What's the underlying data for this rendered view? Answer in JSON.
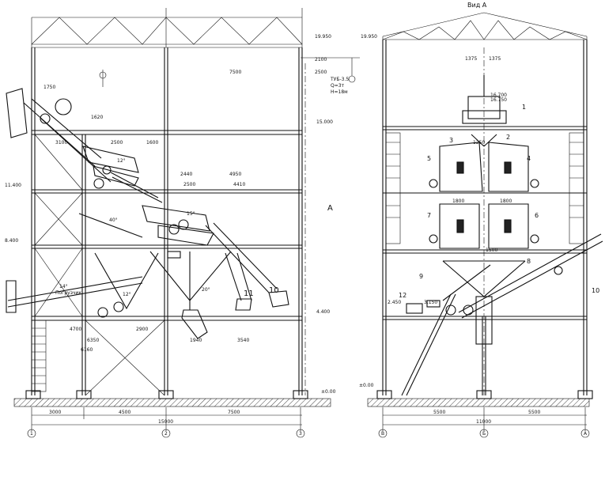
{
  "view_title": "Вид А",
  "section_mark": "А",
  "axis_labels": {
    "left": [
      "1",
      "2",
      "3"
    ],
    "right": [
      "В",
      "Б",
      "А"
    ]
  },
  "left_view": {
    "dims_bottom": [
      "3000",
      "4500",
      "7500"
    ],
    "dims_total": "15000",
    "dims_top": [
      "2100",
      "2500",
      "7500"
    ],
    "dims_interior": [
      "3100",
      "2500",
      "1600",
      "2440",
      "4950",
      "2500",
      "4410",
      "4700",
      "6350",
      "6160",
      "2900",
      "3540",
      "1940",
      "1620",
      "1750"
    ],
    "level_marks": [
      "19.950",
      "15.000",
      "11.400",
      "8.400",
      "4.400",
      "±0.00"
    ],
    "equipment_numbers": [
      "10",
      "11"
    ],
    "notes": [
      "ТУБ-3.5",
      "Q=3т",
      "Н=18м",
      "Погрузчик",
      "12°",
      "15°",
      "40°",
      "14°",
      "20°",
      "12°"
    ]
  },
  "right_view": {
    "dims_bottom": [
      "5500",
      "5500"
    ],
    "dims_total": "11000",
    "dims_top": [
      "1375",
      "1375"
    ],
    "level_marks": [
      "19.950",
      "16.700",
      "16.750",
      "±0.00"
    ],
    "equipment_numbers": [
      "1",
      "2",
      "3",
      "4",
      "5",
      "6",
      "7",
      "8",
      "9",
      "10",
      "12"
    ],
    "notes": [
      "1800",
      "1800",
      "1250",
      "1500",
      "3.150",
      "2.450"
    ]
  }
}
